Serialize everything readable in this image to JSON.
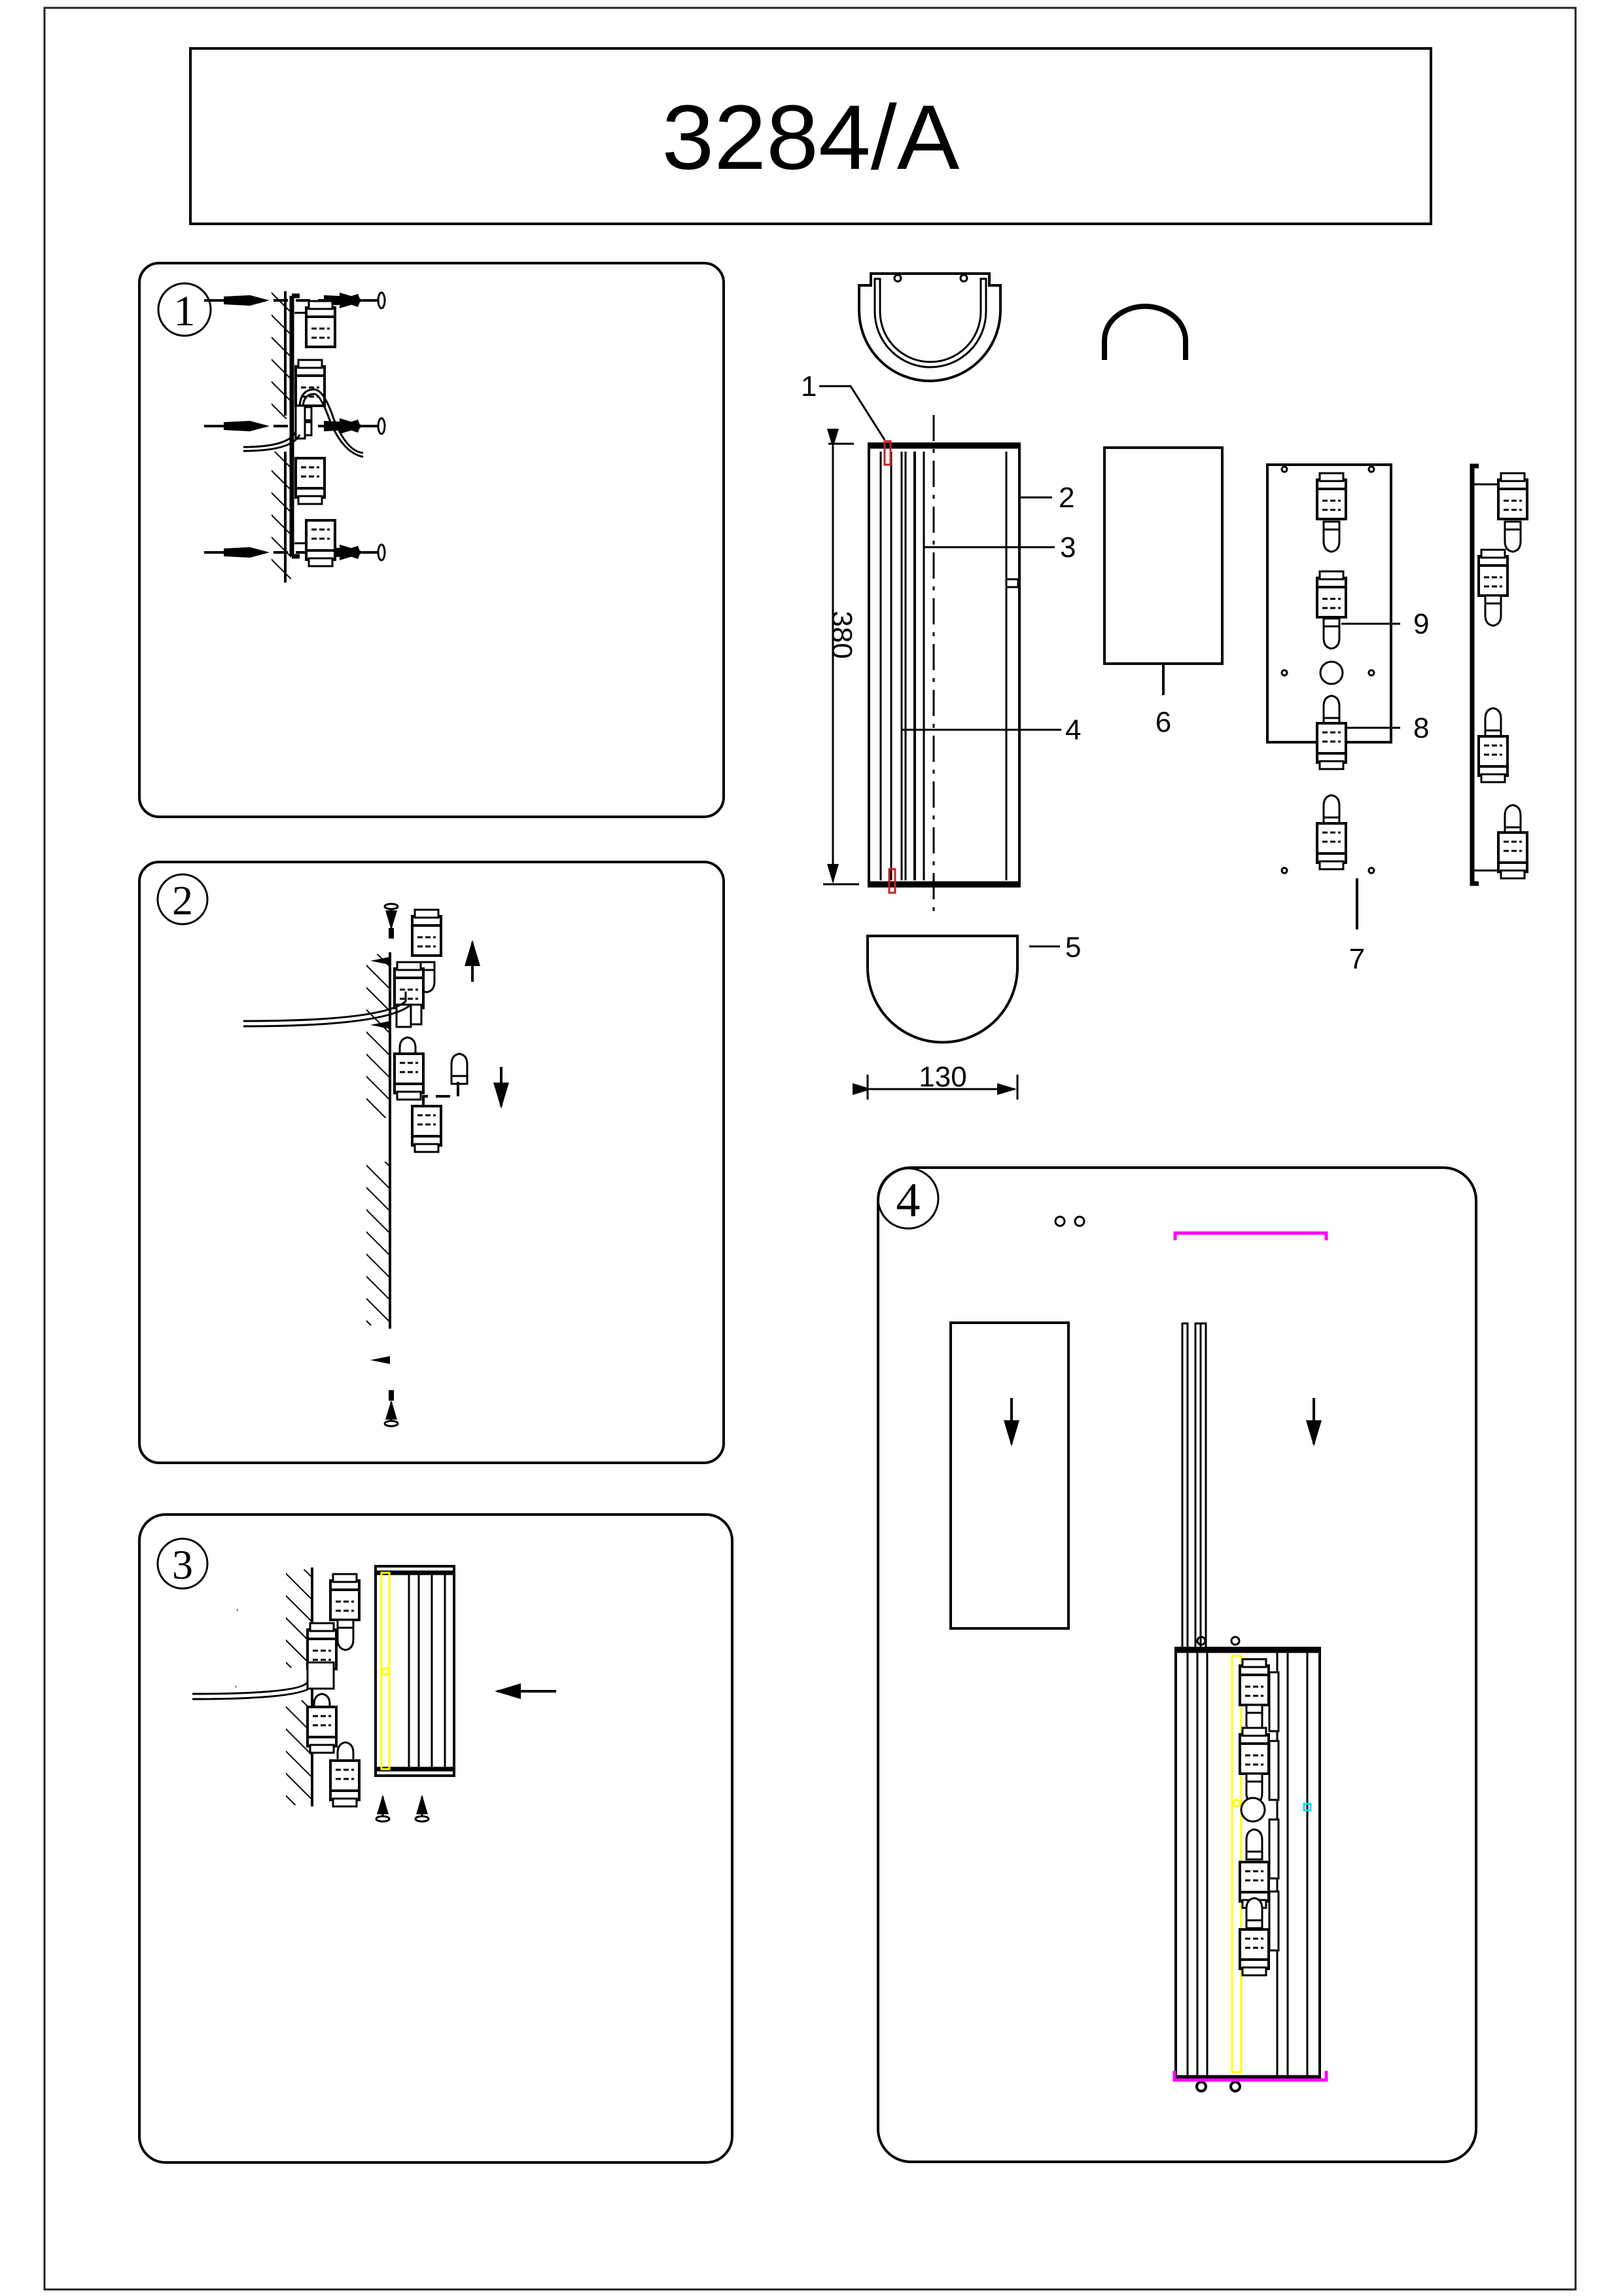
{
  "title": "3284/A",
  "colors": {
    "line": "#000000",
    "accent_red": "#cc2020",
    "accent_yellow": "#ffff00",
    "accent_magenta": "#ff00ff",
    "accent_cyan": "#00e5ee"
  },
  "steps": [
    {
      "number": "1",
      "label": "①",
      "action": "mount-bracket-to-wall"
    },
    {
      "number": "2",
      "label": "②",
      "action": "insert-bulbs"
    },
    {
      "number": "3",
      "label": "③",
      "action": "attach-housing"
    },
    {
      "number": "4",
      "label": "④",
      "action": "slide-in-cover"
    }
  ],
  "exploded_view": {
    "callouts": [
      "1",
      "2",
      "3",
      "4",
      "5",
      "6",
      "7",
      "8",
      "9"
    ],
    "dimensions": {
      "height": "380",
      "width": "130"
    }
  }
}
